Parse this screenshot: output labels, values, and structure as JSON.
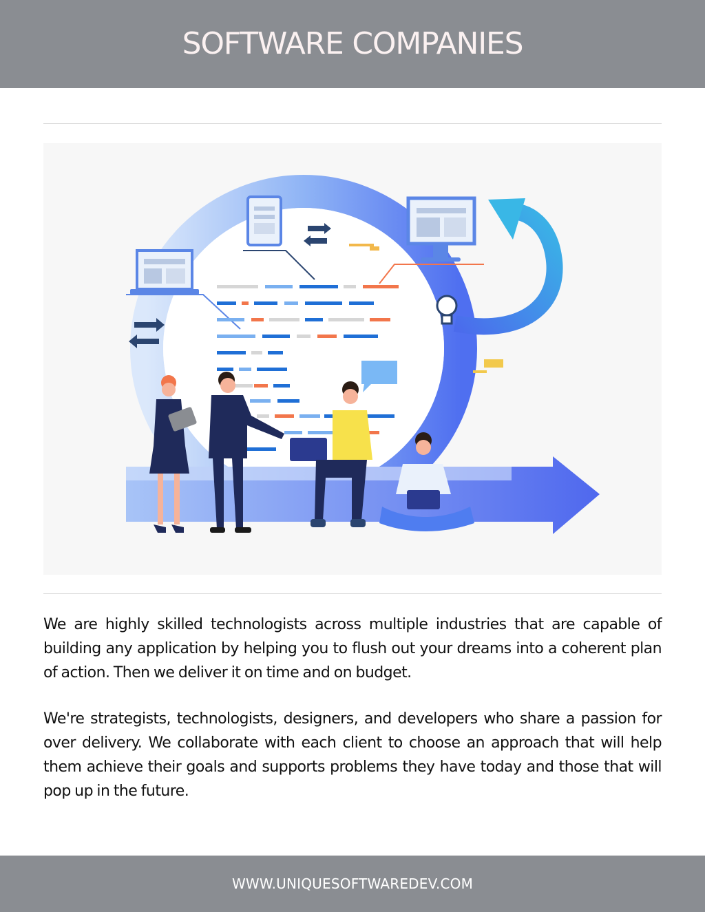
{
  "header": {
    "title": "SOFTWARE COMPANIES"
  },
  "illustration": {
    "subject": "software-team-illustration"
  },
  "content": {
    "paragraphs": [
      "We are highly skilled technologists across multiple industries that are capable of building any application by helping you to flush out your dreams into a coherent plan of action. Then we deliver it on time and on budget.",
      "We're strategists, technologists, designers, and developers who share a passion for over delivery. We collaborate with each client to choose an approach that will help them achieve their goals and supports problems they have today and those that will pop up in the future."
    ]
  },
  "footer": {
    "website": "WWW.UNIQUESOFTWAREDEV.COM"
  },
  "colors": {
    "header_bg": "#8a8d92",
    "title_text": "#fbf1f1",
    "accent_blue": "#4f7df0",
    "accent_orange": "#f2764b"
  }
}
